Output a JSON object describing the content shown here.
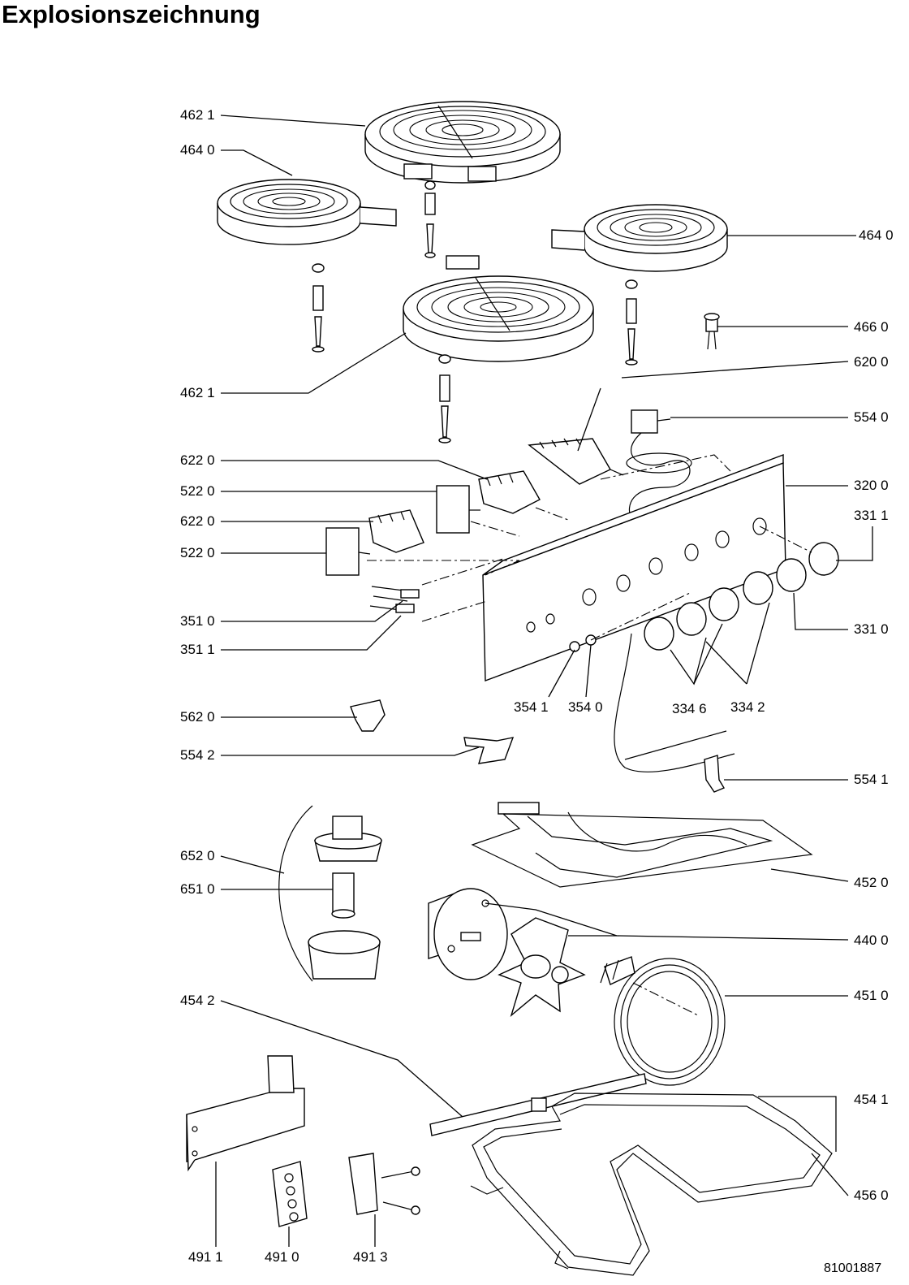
{
  "title": "Explosionszeichnung",
  "doc_number": "81001887",
  "labels": {
    "l4621_top": "462 1",
    "l4640_left": "464 0",
    "l4640_right": "464 0",
    "l4660": "466 0",
    "l4621_mid": "462 1",
    "l6200": "620 0",
    "l5540": "554 0",
    "l6220_a": "622 0",
    "l3200": "320 0",
    "l5220_a": "522 0",
    "l3311": "331 1",
    "l6220_b": "622 0",
    "l5220_b": "522 0",
    "l3510": "351 0",
    "l3310": "331 0",
    "l3511": "351 1",
    "l3541": "354 1",
    "l3540": "354 0",
    "l3346": "334 6",
    "l3342": "334 2",
    "l5620": "562 0",
    "l5542": "554 2",
    "l5541": "554 1",
    "l6520": "652 0",
    "l4520": "452 0",
    "l6510": "651 0",
    "l4400": "440 0",
    "l4510": "451 0",
    "l4542": "454 2",
    "l4541": "454 1",
    "l4560": "456 0",
    "l4911": "491 1",
    "l4910": "491 0",
    "l4913": "491 3"
  }
}
